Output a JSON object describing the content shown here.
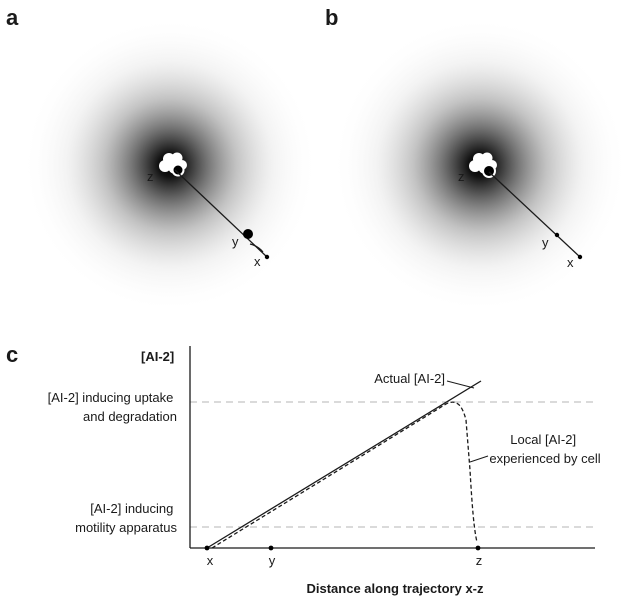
{
  "panel_a": {
    "letter": "a",
    "points": {
      "z": "z",
      "y": "y",
      "x": "x"
    }
  },
  "panel_b": {
    "letter": "b",
    "points": {
      "z": "z",
      "y": "y",
      "x": "x"
    }
  },
  "panel_c": {
    "letter": "c",
    "y_axis_label": "[AI-2]",
    "threshold_high_label": [
      "[AI-2] inducing uptake",
      "and degradation"
    ],
    "threshold_low_label": [
      "[AI-2] inducing",
      "motility apparatus"
    ],
    "actual_line_label": "Actual [AI-2]",
    "local_line_label": [
      "Local [AI-2]",
      "experienced by cell"
    ],
    "x_ticks": [
      "x",
      "y",
      "z"
    ],
    "x_axis_title": "Distance along trajectory x-z"
  },
  "colors": {
    "ink": "#1a1a1a",
    "threshold": "#b5b5b5",
    "gradient_center": "#000000"
  }
}
